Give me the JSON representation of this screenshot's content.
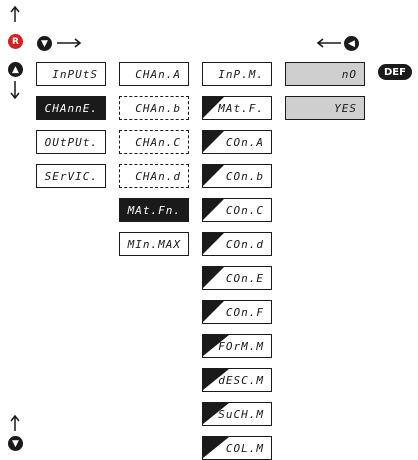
{
  "badges": {
    "r_label": "R",
    "def_label": "DEF"
  },
  "col1": [
    "InPUtS",
    "CHAnnE.",
    "OUtPUt.",
    "SErVIC."
  ],
  "col2": [
    "CHAn.A",
    "CHAn.b",
    "CHAn.C",
    "CHAn.d",
    "MAt.Fn.",
    "MIn.MAX"
  ],
  "col3": [
    "InP.M.",
    "MAt.F.",
    "COn.A",
    "COn.b",
    "COn.C",
    "COn.d",
    "COn.E",
    "COn.F",
    "FOrM.M",
    "dESC.M",
    "SuCH.M",
    "COL.M"
  ],
  "col4": [
    "nO",
    "YES"
  ]
}
